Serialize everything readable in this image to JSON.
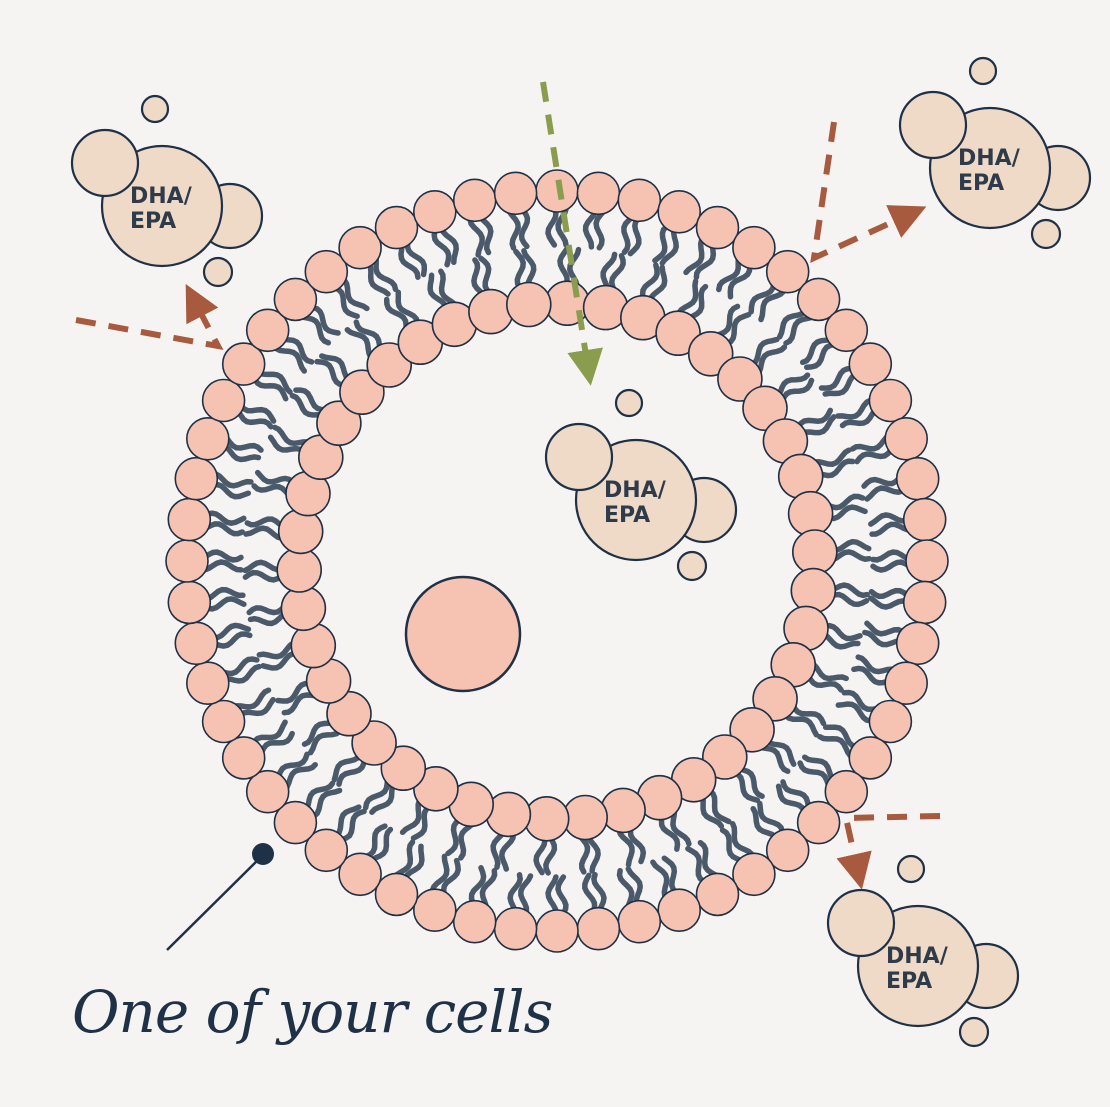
{
  "caption": "One of your cells",
  "molecule_label": {
    "line1": "DHA/",
    "line2": "EPA"
  },
  "colors": {
    "background": "#f6f4f2",
    "lipid_head": "#f6c3b2",
    "lipid_tail": "#4b5a6a",
    "molecule_fill": "#efd9c7",
    "outline": "#1f3147",
    "arrow_out": "#a85a3f",
    "arrow_in": "#8a9d4f"
  },
  "icons": {
    "pointer": "pointer-dot-icon",
    "arrow": "arrow-head-icon"
  }
}
